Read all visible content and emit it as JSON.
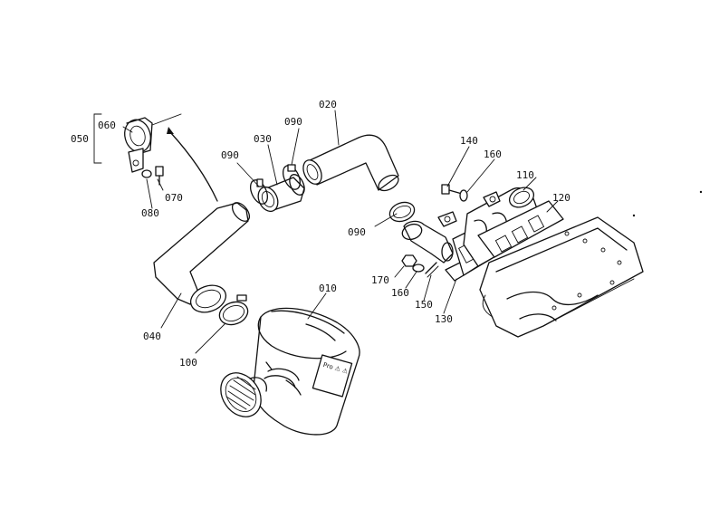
{
  "parts": [
    {
      "id": "p010",
      "num": "010"
    },
    {
      "id": "p020",
      "num": "020"
    },
    {
      "id": "p030",
      "num": "030"
    },
    {
      "id": "p040",
      "num": "040"
    },
    {
      "id": "p050",
      "num": "050"
    },
    {
      "id": "p060",
      "num": "060"
    },
    {
      "id": "p070",
      "num": "070"
    },
    {
      "id": "p080",
      "num": "080"
    },
    {
      "id": "p090a",
      "num": "090"
    },
    {
      "id": "p090b",
      "num": "090"
    },
    {
      "id": "p090c",
      "num": "090"
    },
    {
      "id": "p100",
      "num": "100"
    },
    {
      "id": "p110",
      "num": "110"
    },
    {
      "id": "p120",
      "num": "120"
    },
    {
      "id": "p130",
      "num": "130"
    },
    {
      "id": "p140",
      "num": "140"
    },
    {
      "id": "p150",
      "num": "150"
    },
    {
      "id": "p160a",
      "num": "160"
    },
    {
      "id": "p160b",
      "num": "160"
    },
    {
      "id": "p170",
      "num": "170"
    }
  ],
  "cleaner_plate": "Pro ⚠ ⚠"
}
